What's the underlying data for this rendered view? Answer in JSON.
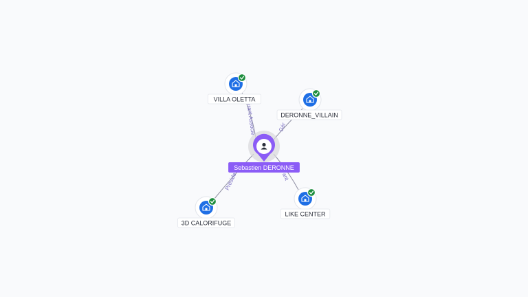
{
  "center": {
    "name": "Sebastien DERONNE",
    "icon": "person-icon",
    "color": "#8b5cf6"
  },
  "companies": [
    {
      "id": "villa-oletta",
      "name": "VILLA OLETTA",
      "role": "Gérant Associé",
      "icon": "building-icon",
      "verified": true
    },
    {
      "id": "deronne-villain",
      "name": "DERONNE_VILLAIN",
      "role": "Gér",
      "icon": "building-icon",
      "verified": true
    },
    {
      "id": "3d-calorifuge",
      "name": "3D CALORIFUGE",
      "role": "Préside",
      "icon": "building-icon",
      "verified": true
    },
    {
      "id": "like-center",
      "name": "LIKE CENTER",
      "role": "ant",
      "icon": "building-icon",
      "verified": true
    }
  ],
  "colors": {
    "company": "#1f6fe5",
    "verified": "#1e8e3e",
    "edge_label": "#7b6fc2"
  }
}
